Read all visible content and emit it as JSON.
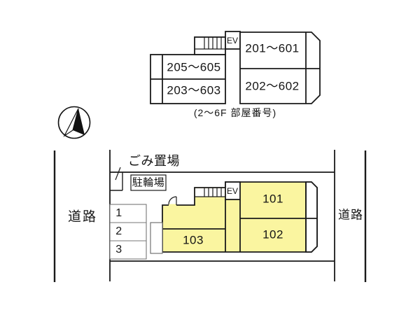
{
  "floor_plan_upper": {
    "rooms": [
      {
        "label": "205〜605"
      },
      {
        "label": "203〜603"
      },
      {
        "label": "201〜601"
      },
      {
        "label": "202〜602"
      }
    ],
    "elevator_label": "EV",
    "caption": "(2〜6F 部屋番号)"
  },
  "site_plan": {
    "garbage_label": "ごみ置場",
    "bicycle_label": "駐輪場",
    "road_left_label": "道路",
    "road_right_label": "道路",
    "parking_spaces": [
      "1",
      "2",
      "3"
    ],
    "elevator_label": "EV",
    "rooms": [
      {
        "label": "101"
      },
      {
        "label": "102"
      },
      {
        "label": "103"
      }
    ]
  },
  "icons": {
    "compass": "north-arrow-icon",
    "stairs": "stairs-icon",
    "door": "door-swing-icon"
  },
  "colors": {
    "room_fill": "#FAF5A0",
    "line": "#1A1A1A",
    "thin_line": "#777777"
  }
}
